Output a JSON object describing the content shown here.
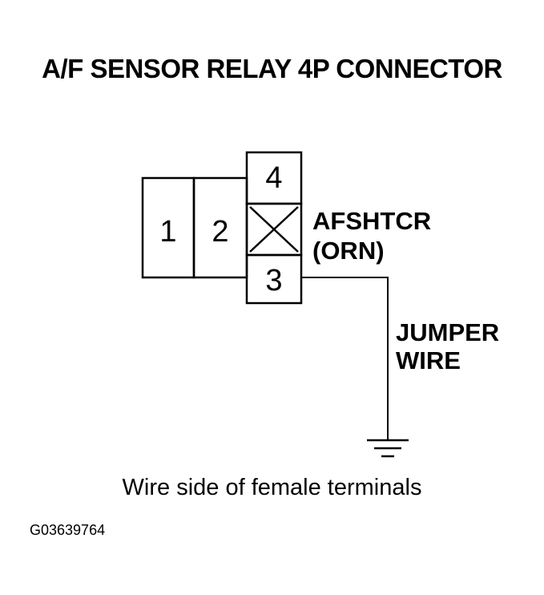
{
  "title": "A/F SENSOR RELAY 4P CONNECTOR",
  "connector": {
    "pins": [
      "1",
      "2",
      "3",
      "4"
    ],
    "highlighted_terminal": {
      "signal": "AFSHTCR",
      "wire_color": "(ORN)"
    }
  },
  "jumper": {
    "line1": "JUMPER",
    "line2": "WIRE"
  },
  "caption": "Wire side of female terminals",
  "figure_id": "G03639764"
}
